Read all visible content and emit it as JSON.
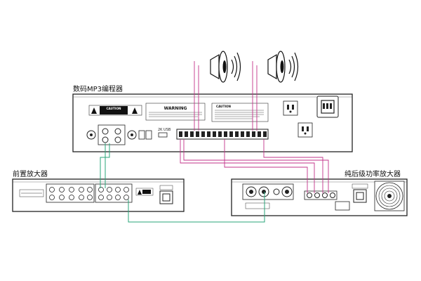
{
  "labels": {
    "mp3_encoder": "数码MP3编程器",
    "preamp": "前置放大器",
    "power_amp": "纯后级功率放大器",
    "warning": "WARNING",
    "caution": "CAUTION",
    "usb": "2K USB"
  },
  "colors": {
    "pink_wire": "#c2338a",
    "green_wire": "#2aa579",
    "outline": "#222222"
  },
  "icons": [
    "speaker-icon",
    "sound-wave-icon",
    "warning-triangle-icon",
    "xlr-connector-icon",
    "fan-icon",
    "power-socket-icon"
  ]
}
